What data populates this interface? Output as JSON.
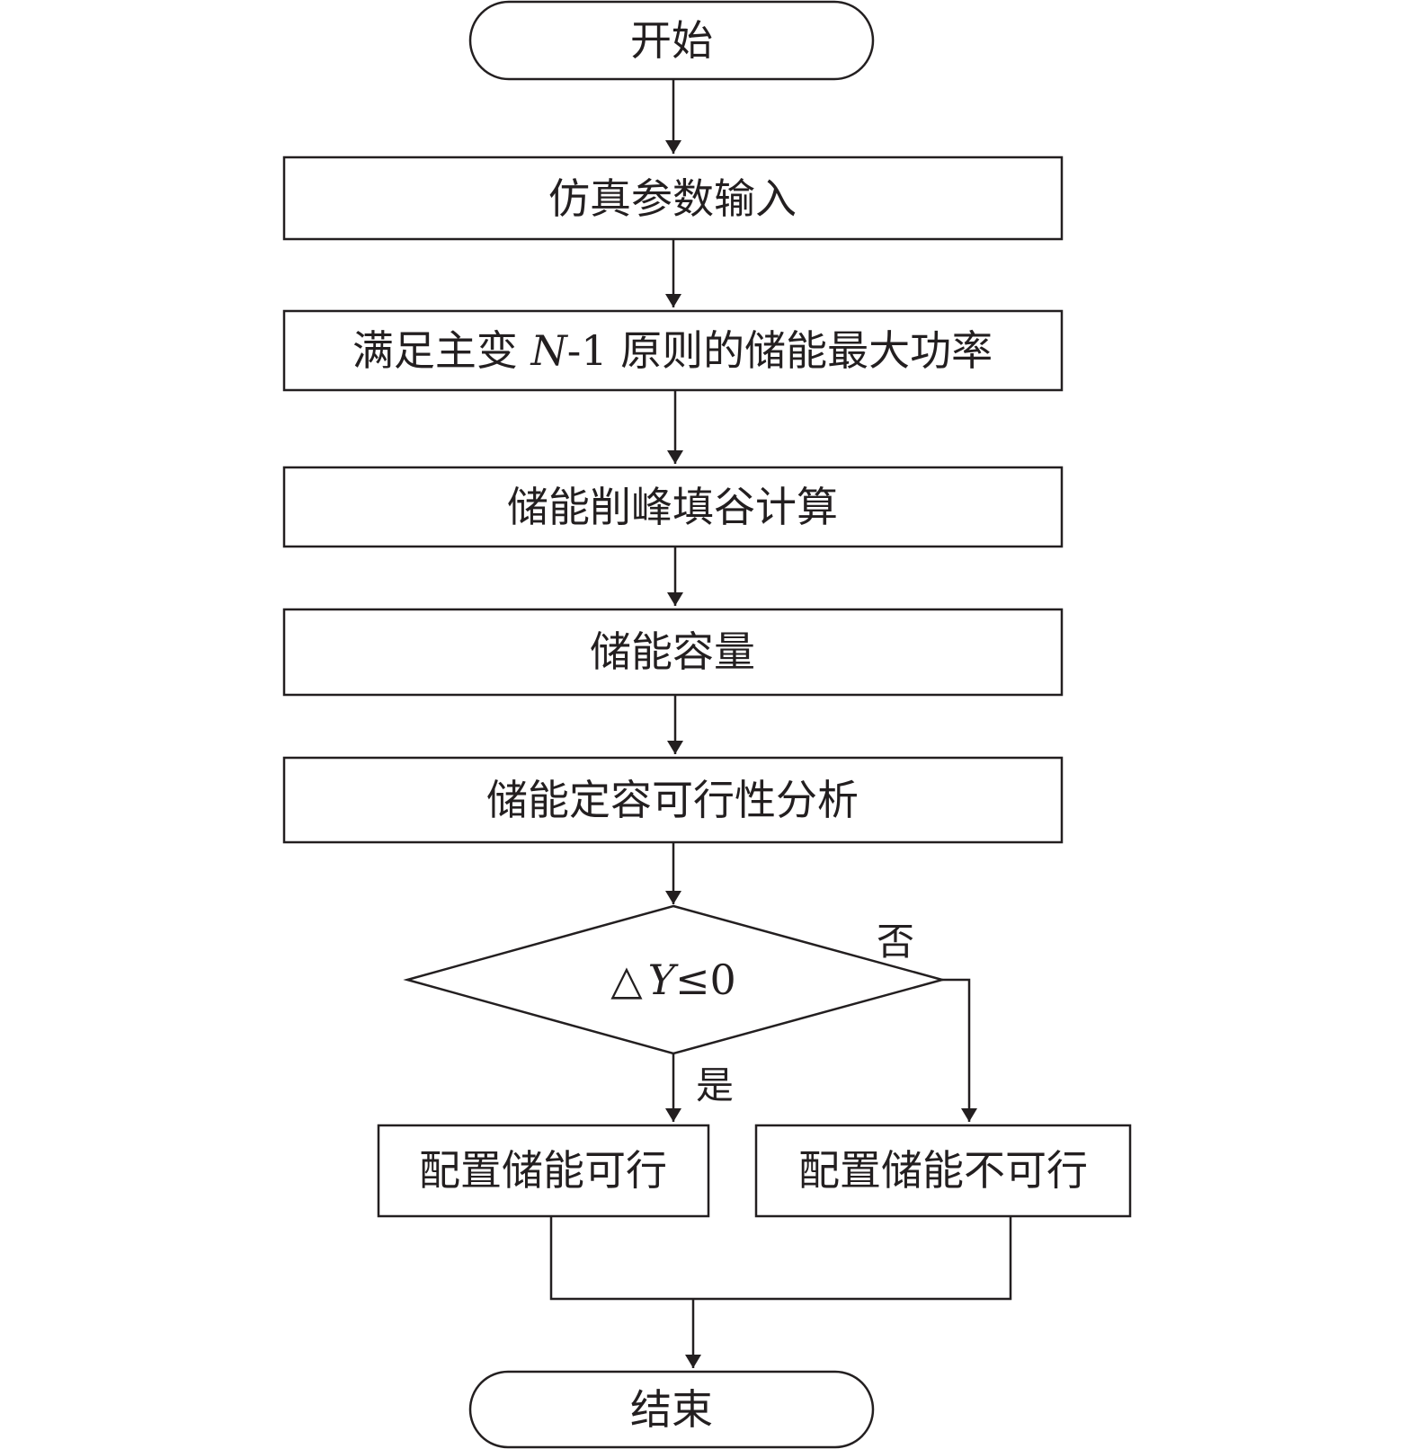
{
  "flowchart": {
    "start": "开始",
    "input": "仿真参数输入",
    "max_power": {
      "prefix": "满足主变 ",
      "italic": "N",
      "suffix": "-1 原则的储能最大功率"
    },
    "peak_shaving": "储能削峰填谷计算",
    "capacity": "储能容量",
    "feasibility": "储能定容可行性分析",
    "decision": {
      "prefix": "△",
      "italic": "Y",
      "suffix": "≤0"
    },
    "yes_label": "是",
    "no_label": "否",
    "feasible": "配置储能可行",
    "infeasible": "配置储能不可行",
    "end": "结束"
  },
  "colors": {
    "stroke": "#231f20",
    "background": "#ffffff"
  }
}
